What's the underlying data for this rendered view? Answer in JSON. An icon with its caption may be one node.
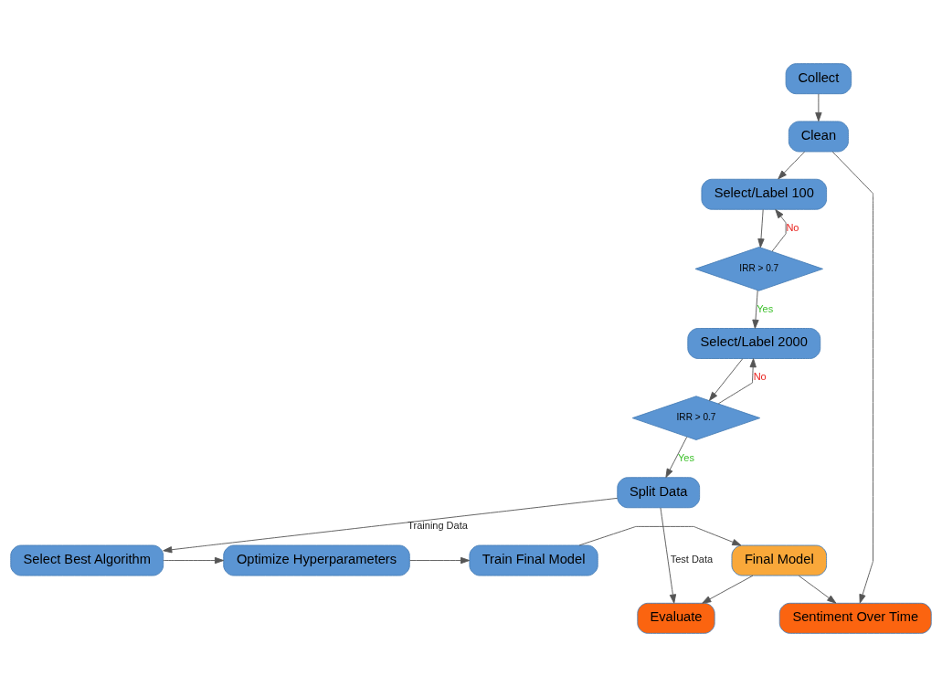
{
  "diagram": {
    "nodes": [
      {
        "text": [
          "Collect"
        ]
      },
      {
        "text": [
          "Clean"
        ]
      },
      {
        "text": [
          "Select/Label 100"
        ]
      },
      {
        "text": [
          "IRR > 0.7"
        ]
      },
      {
        "text": [
          "Select/Label 2000"
        ]
      },
      {
        "text": [
          "IRR > 0.7"
        ]
      },
      {
        "text": [
          "Split Data"
        ]
      },
      {
        "text": [
          "Select Best Algorithm"
        ]
      },
      {
        "text": [
          "Optimize Hyperparameters"
        ]
      },
      {
        "text": [
          "Train Final Model"
        ]
      },
      {
        "text": [
          "Final Model"
        ]
      },
      {
        "text": [
          "Sentiment Over Time"
        ]
      },
      {
        "text": [
          "Evaluate"
        ]
      }
    ],
    "edges": [
      {
        "from": 0,
        "to": 1,
        "arrow": "to"
      },
      {
        "from": 1,
        "to": 2,
        "arrow": "to"
      },
      {
        "from": 2,
        "to": 3,
        "arrow": "to"
      },
      {
        "from": 3,
        "to": 2,
        "arrow": "to",
        "label": "No"
      },
      {
        "from": 3,
        "to": 4,
        "arrow": "to",
        "label": "Yes"
      },
      {
        "from": 4,
        "to": 5,
        "arrow": "to"
      },
      {
        "from": 5,
        "to": 4,
        "arrow": "to",
        "label": "No"
      },
      {
        "from": 5,
        "to": 6,
        "arrow": "to",
        "label": "Yes"
      },
      {
        "from": 6,
        "to": 7,
        "arrow": "to",
        "label": "Training Data"
      },
      {
        "from": 7,
        "to": 8,
        "arrow": "to"
      },
      {
        "from": 8,
        "to": 9,
        "arrow": "to"
      },
      {
        "from": 9,
        "to": 10,
        "arrow": "to"
      },
      {
        "from": 6,
        "to": 12,
        "arrow": "to",
        "label": "Test Data"
      },
      {
        "from": 10,
        "to": 12,
        "arrow": "to"
      },
      {
        "from": 1,
        "to": 11,
        "arrow": "to"
      },
      {
        "from": 10,
        "to": 11,
        "arrow": "to"
      }
    ]
  }
}
